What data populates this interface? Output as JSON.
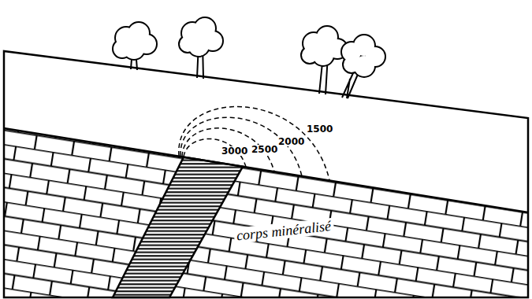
{
  "diagram": {
    "labels": [
      "3000",
      "2500",
      "2000",
      "1500",
      "corps minéralisé"
    ]
  }
}
